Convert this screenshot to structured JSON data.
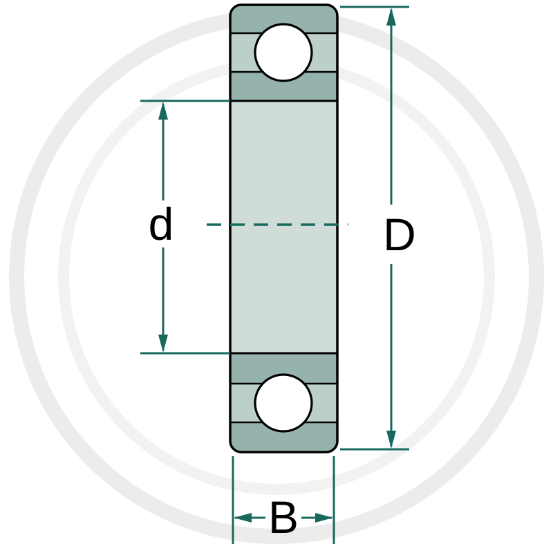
{
  "diagram": {
    "type": "ball-bearing-cross-section",
    "labels": {
      "inner_diameter": "d",
      "outer_diameter": "D",
      "width": "B"
    },
    "colors": {
      "dimension": "#17695d",
      "outline": "#000000",
      "ring_dark": "#96b2ad",
      "ring_mid": "#bccfcb",
      "ring_light": "#cfdcd8",
      "ball": "#ffffff",
      "watermark": "#ececec",
      "watermark_light": "#f2f2f2",
      "background": "#ffffff"
    }
  }
}
